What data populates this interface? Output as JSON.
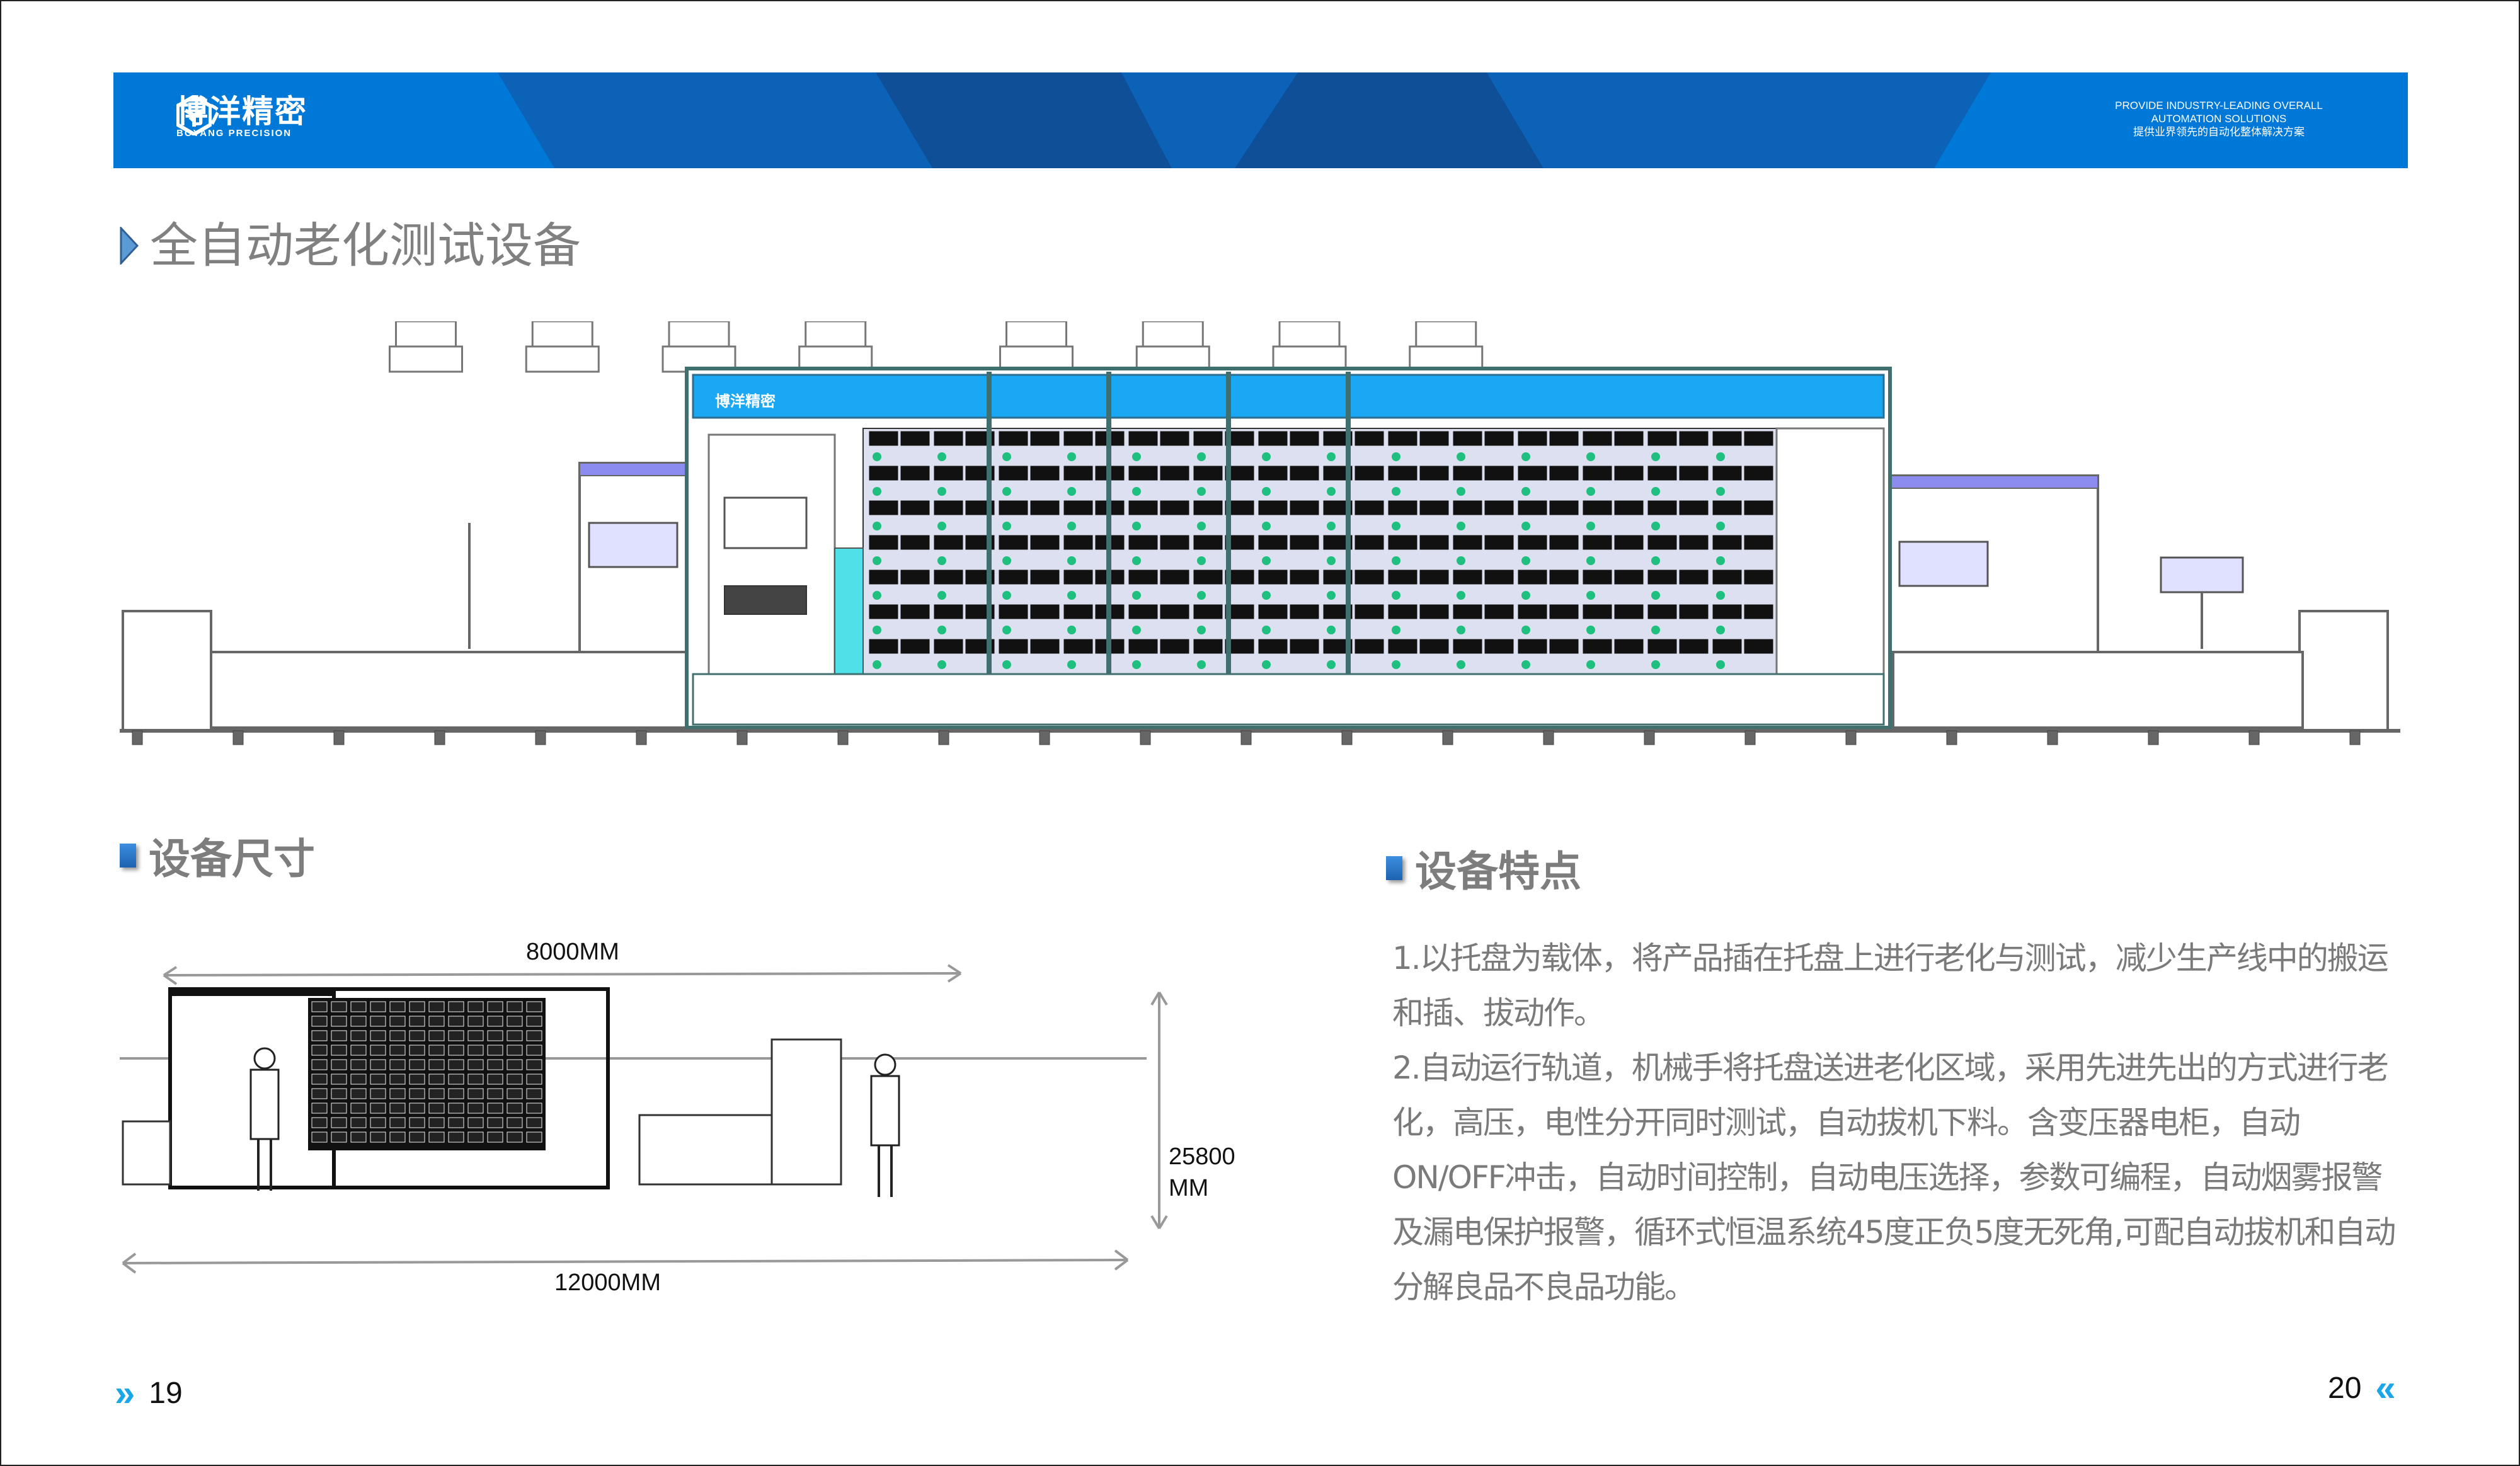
{
  "header": {
    "logo_cn": "博洋精密",
    "logo_en": "BOYANG PRECISION",
    "tagline_en_1": "PROVIDE INDUSTRY-LEADING OVERALL",
    "tagline_en_2": "AUTOMATION SOLUTIONS",
    "tagline_cn": "提供业界领先的自动化整体解决方案",
    "brand_color": "#0078d8"
  },
  "title": "全自动老化测试设备",
  "dimensions_section": {
    "heading": "设备尺寸",
    "width_top": "8000MM",
    "width_total": "12000MM",
    "height_1": "25800",
    "height_2": "MM"
  },
  "features_section": {
    "heading": "设备特点",
    "lines": [
      "1.以托盘为载体，将产品插在托盘上进行老化与测试，减少生产线中的搬运",
      "和插、拔动作。",
      "2.自动运行轨道，机械手将托盘送进老化区域，采用先进先出的方式进行老",
      "化，高压，电性分开同时测试，自动拔机下料。含变压器电柜，自动",
      "ON/OFF冲击，自动时间控制，自动电压选择，参数可编程，自动烟雾报警",
      "及漏电保护报警，循环式恒温系统45度正负5度无死角,可配自动拔机和自动",
      "分解良品不良品功能。"
    ]
  },
  "footer": {
    "page_left": "19",
    "page_right": "20",
    "chevron_left": "»",
    "chevron_right": "«"
  }
}
